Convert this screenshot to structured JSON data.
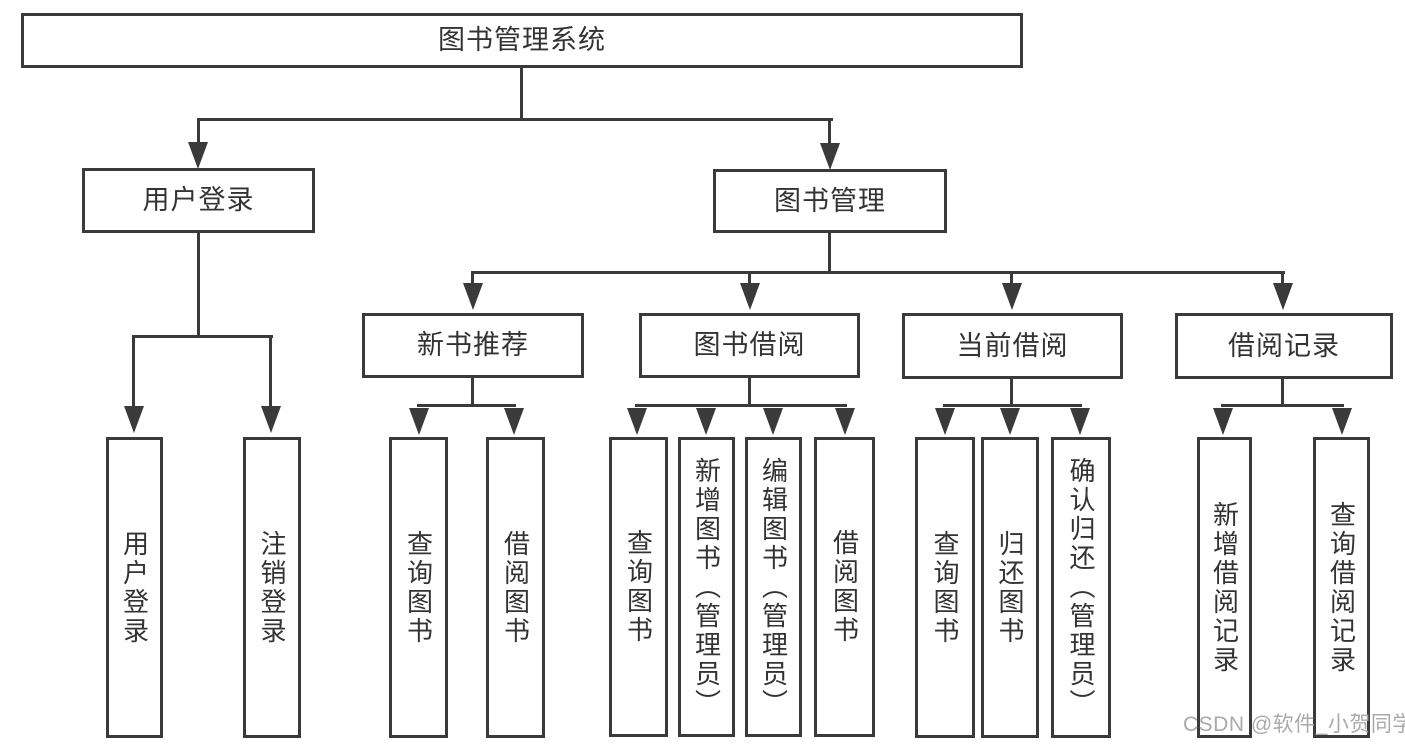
{
  "diagram": {
    "root": {
      "label": "图书管理系统"
    },
    "branches": [
      {
        "label": "用户登录",
        "children": [
          {
            "label": "用户登录"
          },
          {
            "label": "注销登录"
          }
        ]
      },
      {
        "label": "图书管理",
        "children": [
          {
            "label": "新书推荐",
            "children": [
              {
                "label": "查询图书"
              },
              {
                "label": "借阅图书"
              }
            ]
          },
          {
            "label": "图书借阅",
            "children": [
              {
                "label": "查询图书"
              },
              {
                "label": "新增图书（管理员）"
              },
              {
                "label": "编辑图书（管理员）"
              },
              {
                "label": "借阅图书"
              }
            ]
          },
          {
            "label": "当前借阅",
            "children": [
              {
                "label": "查询图书"
              },
              {
                "label": "归还图书"
              },
              {
                "label": "确认归还（管理员）"
              }
            ]
          },
          {
            "label": "借阅记录",
            "children": [
              {
                "label": "新增借阅记录"
              },
              {
                "label": "查询借阅记录"
              }
            ]
          }
        ]
      }
    ]
  },
  "watermark": {
    "text": "CSDN @软件_小贺同学"
  },
  "colors": {
    "line": "#3a3a3a",
    "text": "#333333",
    "watermark": "#a5a5a5",
    "background": "#ffffff"
  }
}
